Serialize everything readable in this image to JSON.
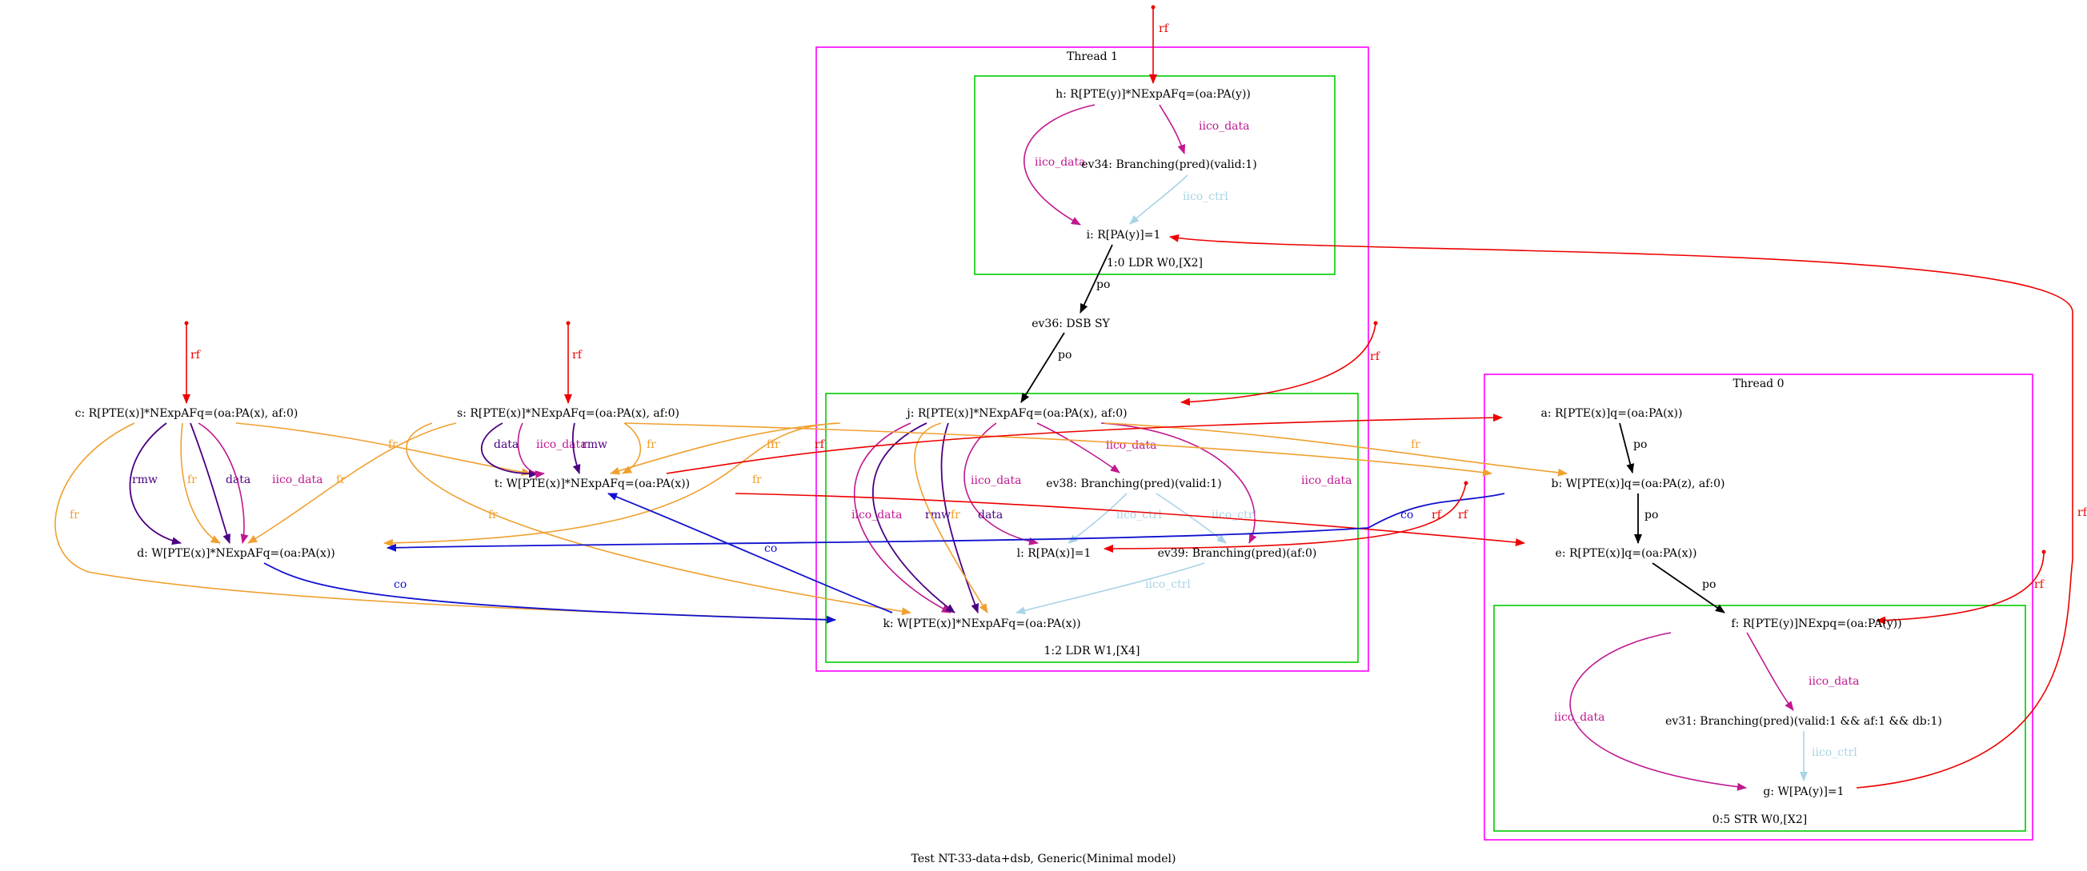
{
  "caption": "Test NT-33-data+dsb, Generic(Minimal model)",
  "colors": {
    "thread_box": "#ff00ff",
    "instr_box": "#00cc00",
    "rf": "#ee0000",
    "fr": "#f0a030",
    "iico_data": "#c01890",
    "iico_ctrl": "#a8d4e6",
    "po": "#000000",
    "co": "#1010d0",
    "rmw": "#4b0082",
    "data": "#4b0082"
  },
  "threads": [
    {
      "id": "t1",
      "label": "Thread 1"
    },
    {
      "id": "t0",
      "label": "Thread 0"
    }
  ],
  "instructions": [
    {
      "id": "i1",
      "label": "1:0 LDR W0,[X2]"
    },
    {
      "id": "i2",
      "label": "1:2 LDR W1,[X4]"
    },
    {
      "id": "i3",
      "label": "0:5 STR W0,[X2]"
    }
  ],
  "nodes": [
    {
      "id": "h",
      "label": "h: R[PTE(y)]*NExpAFq=(oa:PA(y))"
    },
    {
      "id": "ev34",
      "label": "ev34: Branching(pred)(valid:1)"
    },
    {
      "id": "i",
      "label": "i: R[PA(y)]=1"
    },
    {
      "id": "ev36",
      "label": "ev36: DSB SY"
    },
    {
      "id": "j",
      "label": "j: R[PTE(x)]*NExpAFq=(oa:PA(x), af:0)"
    },
    {
      "id": "ev38",
      "label": "ev38: Branching(pred)(valid:1)"
    },
    {
      "id": "l",
      "label": "l: R[PA(x)]=1"
    },
    {
      "id": "ev39",
      "label": "ev39: Branching(pred)(af:0)"
    },
    {
      "id": "k",
      "label": "k: W[PTE(x)]*NExpAFq=(oa:PA(x))"
    },
    {
      "id": "c",
      "label": "c: R[PTE(x)]*NExpAFq=(oa:PA(x), af:0)"
    },
    {
      "id": "d",
      "label": "d: W[PTE(x)]*NExpAFq=(oa:PA(x))"
    },
    {
      "id": "s",
      "label": "s: R[PTE(x)]*NExpAFq=(oa:PA(x), af:0)"
    },
    {
      "id": "t",
      "label": "t: W[PTE(x)]*NExpAFq=(oa:PA(x))"
    },
    {
      "id": "a",
      "label": "a: R[PTE(x)]q=(oa:PA(x))"
    },
    {
      "id": "b",
      "label": "b: W[PTE(x)]q=(oa:PA(z), af:0)"
    },
    {
      "id": "e",
      "label": "e: R[PTE(x)]q=(oa:PA(x))"
    },
    {
      "id": "f",
      "label": "f: R[PTE(y)]NExpq=(oa:PA(y))"
    },
    {
      "id": "ev31",
      "label": "ev31: Branching(pred)(valid:1 && af:1 && db:1)"
    },
    {
      "id": "g",
      "label": "g: W[PA(y)]=1"
    }
  ],
  "edge_kinds": {
    "rf": "rf",
    "fr": "fr",
    "po": "po",
    "co": "co",
    "rmw": "rmw",
    "data": "data",
    "iico_data": "iico_data",
    "iico_ctrl": "iico_ctrl"
  },
  "edges": [
    {
      "kind": "rf",
      "from": "",
      "to": "h"
    },
    {
      "kind": "iico_data",
      "from": "h",
      "to": "ev34"
    },
    {
      "kind": "iico_data",
      "from": "h",
      "to": "i"
    },
    {
      "kind": "iico_ctrl",
      "from": "ev34",
      "to": "i"
    },
    {
      "kind": "po",
      "from": "i",
      "to": "ev36"
    },
    {
      "kind": "po",
      "from": "ev36",
      "to": "j"
    },
    {
      "kind": "rf",
      "from": "",
      "to": "j"
    },
    {
      "kind": "iico_data",
      "from": "j",
      "to": "ev38"
    },
    {
      "kind": "iico_data",
      "from": "j",
      "to": "l"
    },
    {
      "kind": "iico_data",
      "from": "j",
      "to": "ev39"
    },
    {
      "kind": "iico_data",
      "from": "j",
      "to": "k"
    },
    {
      "kind": "rmw",
      "from": "j",
      "to": "k"
    },
    {
      "kind": "data",
      "from": "j",
      "to": "k"
    },
    {
      "kind": "fr",
      "from": "j",
      "to": "k"
    },
    {
      "kind": "iico_ctrl",
      "from": "ev38",
      "to": "l"
    },
    {
      "kind": "iico_ctrl",
      "from": "ev38",
      "to": "ev39"
    },
    {
      "kind": "iico_ctrl",
      "from": "ev39",
      "to": "k"
    },
    {
      "kind": "fr",
      "from": "j",
      "to": "t"
    },
    {
      "kind": "fr",
      "from": "j",
      "to": "d"
    },
    {
      "kind": "fr",
      "from": "j",
      "to": "b"
    },
    {
      "kind": "rf",
      "from": "",
      "to": "c"
    },
    {
      "kind": "rmw",
      "from": "c",
      "to": "d"
    },
    {
      "kind": "fr",
      "from": "c",
      "to": "d"
    },
    {
      "kind": "data",
      "from": "c",
      "to": "d"
    },
    {
      "kind": "iico_data",
      "from": "c",
      "to": "d"
    },
    {
      "kind": "fr",
      "from": "c",
      "to": "t"
    },
    {
      "kind": "fr",
      "from": "c",
      "to": "k"
    },
    {
      "kind": "co",
      "from": "d",
      "to": "k"
    },
    {
      "kind": "rf",
      "from": "",
      "to": "s"
    },
    {
      "kind": "data",
      "from": "s",
      "to": "t"
    },
    {
      "kind": "iico_data",
      "from": "s",
      "to": "t"
    },
    {
      "kind": "rmw",
      "from": "s",
      "to": "t"
    },
    {
      "kind": "fr",
      "from": "s",
      "to": "t"
    },
    {
      "kind": "fr",
      "from": "s",
      "to": "d"
    },
    {
      "kind": "fr",
      "from": "s",
      "to": "k"
    },
    {
      "kind": "fr",
      "from": "s",
      "to": "b"
    },
    {
      "kind": "co",
      "from": "k",
      "to": "t"
    },
    {
      "kind": "rf",
      "from": "t",
      "to": "a"
    },
    {
      "kind": "rf",
      "from": "t",
      "to": "e"
    },
    {
      "kind": "co",
      "from": "b",
      "to": "d"
    },
    {
      "kind": "rf",
      "from": "",
      "to": "l"
    },
    {
      "kind": "po",
      "from": "a",
      "to": "b"
    },
    {
      "kind": "po",
      "from": "b",
      "to": "e"
    },
    {
      "kind": "po",
      "from": "e",
      "to": "f"
    },
    {
      "kind": "rf",
      "from": "",
      "to": "f"
    },
    {
      "kind": "iico_data",
      "from": "f",
      "to": "ev31"
    },
    {
      "kind": "iico_data",
      "from": "f",
      "to": "g"
    },
    {
      "kind": "iico_ctrl",
      "from": "ev31",
      "to": "g"
    },
    {
      "kind": "rf",
      "from": "g",
      "to": "i"
    }
  ]
}
